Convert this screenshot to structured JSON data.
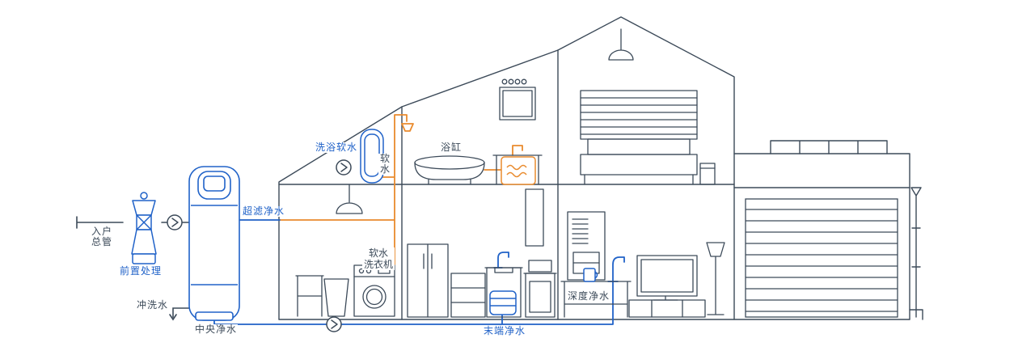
{
  "diagram": {
    "description": "Whole-house water purification system cutaway diagram",
    "colors": {
      "line": "#3c4a59",
      "device_blue": "#2062c8",
      "pipe_orange": "#e98b2e",
      "background": "#ffffff"
    },
    "icons": {
      "flow_direction": "chevron-right-in-circle"
    },
    "labels": {
      "inlet_main": "入户\n总管",
      "pre_treatment": "前置处理",
      "flush_water": "冲洗水",
      "central_purifier": "中央净水",
      "ultrafiltration": "超滤净水",
      "bath_softener": "洗浴软水",
      "soft_water": "软\n水",
      "bathtub": "浴缸",
      "soft_water_washer": "软水\n洗衣机",
      "terminal_purifier": "末端净水",
      "deep_purifier": "深度净水"
    }
  }
}
